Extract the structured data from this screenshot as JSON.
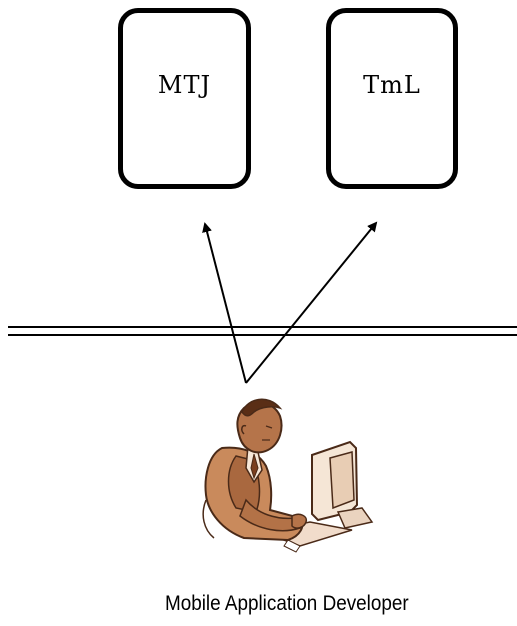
{
  "diagram": {
    "boxes": [
      {
        "id": "mtj",
        "label": "MTJ"
      },
      {
        "id": "tml",
        "label": "TmL"
      }
    ],
    "actor": {
      "icon": "developer-at-computer-icon",
      "caption": "Mobile Application Developer"
    },
    "colors": {
      "line": "#000000",
      "figure_skin": "#b5744a",
      "figure_suit": "#c98a5c",
      "figure_outline": "#4a2a18"
    }
  }
}
